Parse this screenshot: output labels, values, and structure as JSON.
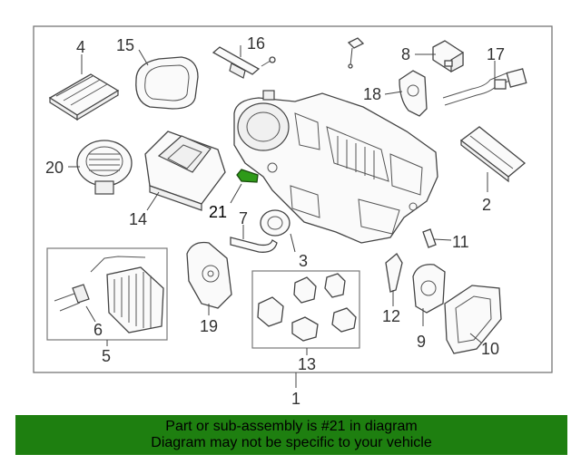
{
  "diagram": {
    "callouts": [
      "1",
      "2",
      "3",
      "4",
      "5",
      "6",
      "7",
      "8",
      "9",
      "10",
      "11",
      "12",
      "13",
      "14",
      "15",
      "16",
      "17",
      "18",
      "19",
      "20",
      "21"
    ],
    "highlight_color": "#1e7f10"
  },
  "caption": {
    "line1": "Part or sub-assembly is #21 in diagram",
    "line2": "Diagram may not be specific to your vehicle",
    "background": "#1e7f10"
  }
}
